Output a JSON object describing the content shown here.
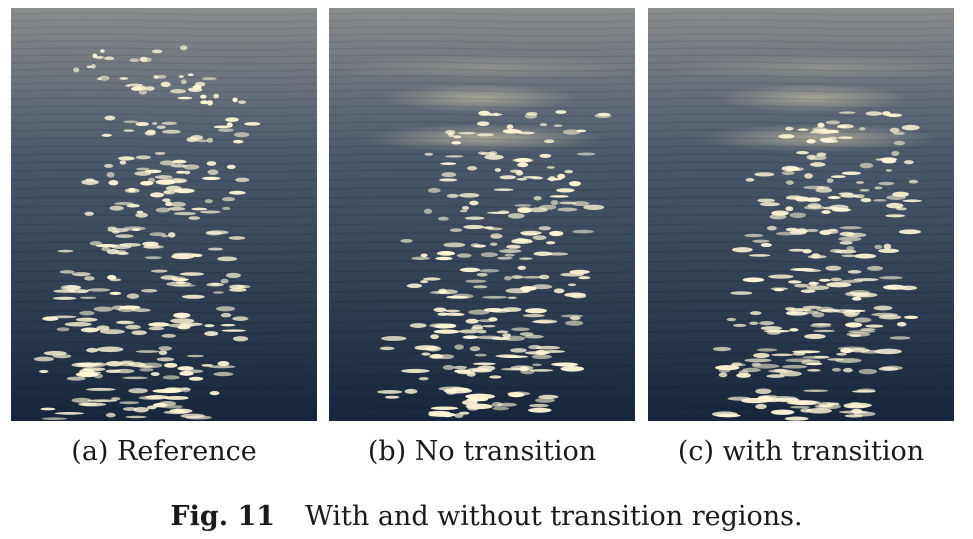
{
  "figure": {
    "label": "Fig. 11",
    "caption": "With and without transition regions.",
    "panels": [
      {
        "id": "a",
        "subcaption": "(a) Reference"
      },
      {
        "id": "b",
        "subcaption": "(b) No transition"
      },
      {
        "id": "c",
        "subcaption": "(c) with transition"
      }
    ]
  },
  "colors": {
    "sky_top": "#8a8c8c",
    "water_mid": "#4d5a6c",
    "water_deep": "#18263d",
    "highlight": "#fff6d6",
    "glow": "#f3e4b8"
  }
}
